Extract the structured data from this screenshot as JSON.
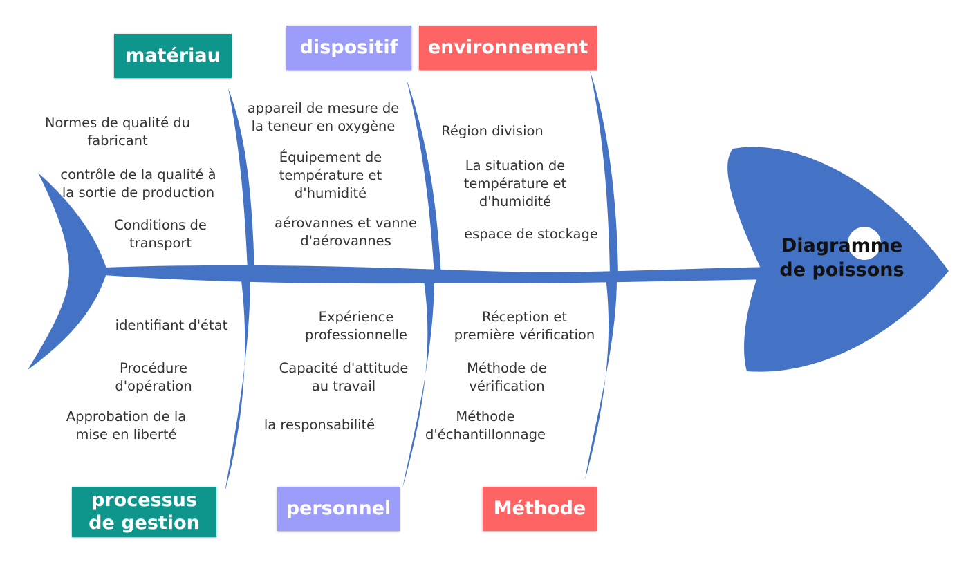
{
  "colors": {
    "bone": "#4472C4",
    "teal": "#0E968C",
    "lavender": "#9C9CFA",
    "coral": "#FF6464"
  },
  "title": "Diagramme\nde poissons",
  "categories": {
    "materiau": "matériau",
    "dispositif": "dispositif",
    "environnement": "environnement",
    "processus": "processus\nde gestion",
    "personnel": "personnel",
    "methode": "Méthode"
  },
  "causes": {
    "materiau": [
      "Normes de qualité du\nfabricant",
      "contrôle de la qualité à\nla sortie de production",
      "Conditions de\ntransport"
    ],
    "dispositif": [
      "appareil de mesure de\nla teneur en oxygène",
      "Équipement de\ntempérature et\nd'humidité",
      "aérovannes et vanne\nd'aérovannes"
    ],
    "environnement": [
      "Région division",
      "La situation de\ntempérature et\nd'humidité",
      "espace de stockage"
    ],
    "processus": [
      "identifiant d'état",
      "Procédure\nd'opération",
      "Approbation de la\nmise en liberté"
    ],
    "personnel": [
      "Expérience\nprofessionnelle",
      "Capacité d'attitude\nau travail",
      "la responsabilité"
    ],
    "methode": [
      "Réception et\npremière vérification",
      "Méthode de\nvérification",
      "Méthode\nd'échantillonnage"
    ]
  }
}
